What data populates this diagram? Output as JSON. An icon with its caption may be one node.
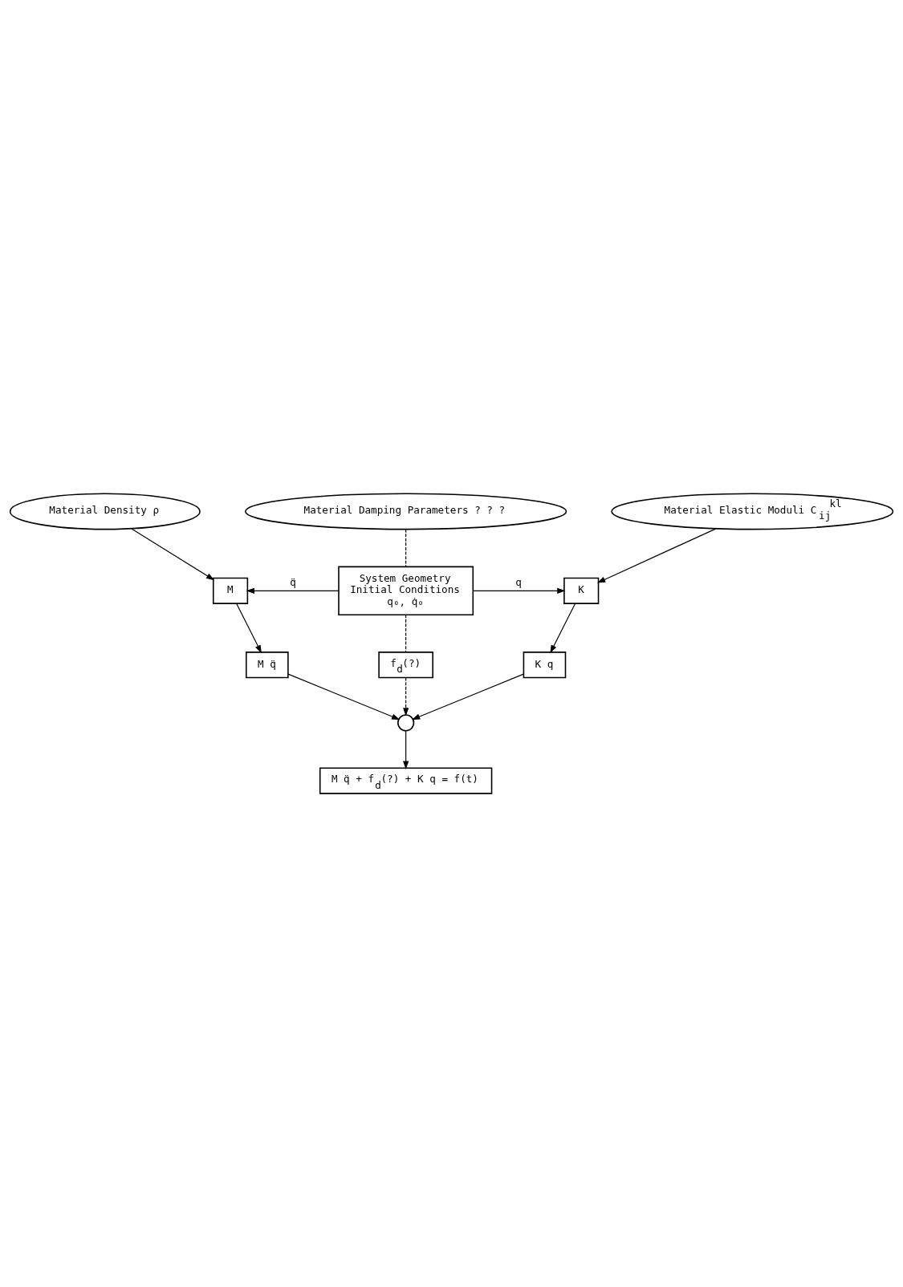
{
  "diagram": {
    "nodes": [
      {
        "text": [
          "Material Density ρ"
        ]
      },
      {
        "text": [
          "Material Damping Parameters ? ? ?"
        ]
      },
      {
        "text": [
          "Material Elastic Moduli C$_{ij}$$^{kl}$"
        ]
      },
      {
        "text": [
          "System Geometry",
          "Initial Conditions",
          "q₀, q̇₀"
        ]
      },
      {
        "text": [
          "M"
        ]
      },
      {
        "text": [
          "K"
        ]
      },
      {
        "text": [
          "M q̈"
        ]
      },
      {
        "text": [
          "f$_{d}$(?)"
        ]
      },
      {
        "text": [
          "K q"
        ]
      },
      {
        "text": [],
        "shape": "circle"
      },
      {
        "text": [
          "M q̈ + f$_{d}$(?) + K q = f(t)"
        ]
      }
    ],
    "edges": [
      {
        "from": 0,
        "to": 4,
        "arrow": "to"
      },
      {
        "from": 1,
        "to": 3,
        "arrow": "none",
        "style": "dashed"
      },
      {
        "from": 2,
        "to": 5,
        "arrow": "to"
      },
      {
        "from": 3,
        "to": 4,
        "arrow": "to",
        "label": "q̈"
      },
      {
        "from": 3,
        "to": 5,
        "arrow": "to",
        "label": "q"
      },
      {
        "from": 4,
        "to": 6,
        "arrow": "to"
      },
      {
        "from": 3,
        "to": 7,
        "arrow": "none",
        "style": "dashed"
      },
      {
        "from": 5,
        "to": 8,
        "arrow": "to"
      },
      {
        "from": 6,
        "to": 9,
        "arrow": "to"
      },
      {
        "from": 7,
        "to": 9,
        "arrow": "to",
        "style": "dashed"
      },
      {
        "from": 8,
        "to": 9,
        "arrow": "to"
      },
      {
        "from": 9,
        "to": 10,
        "arrow": "to"
      }
    ]
  }
}
